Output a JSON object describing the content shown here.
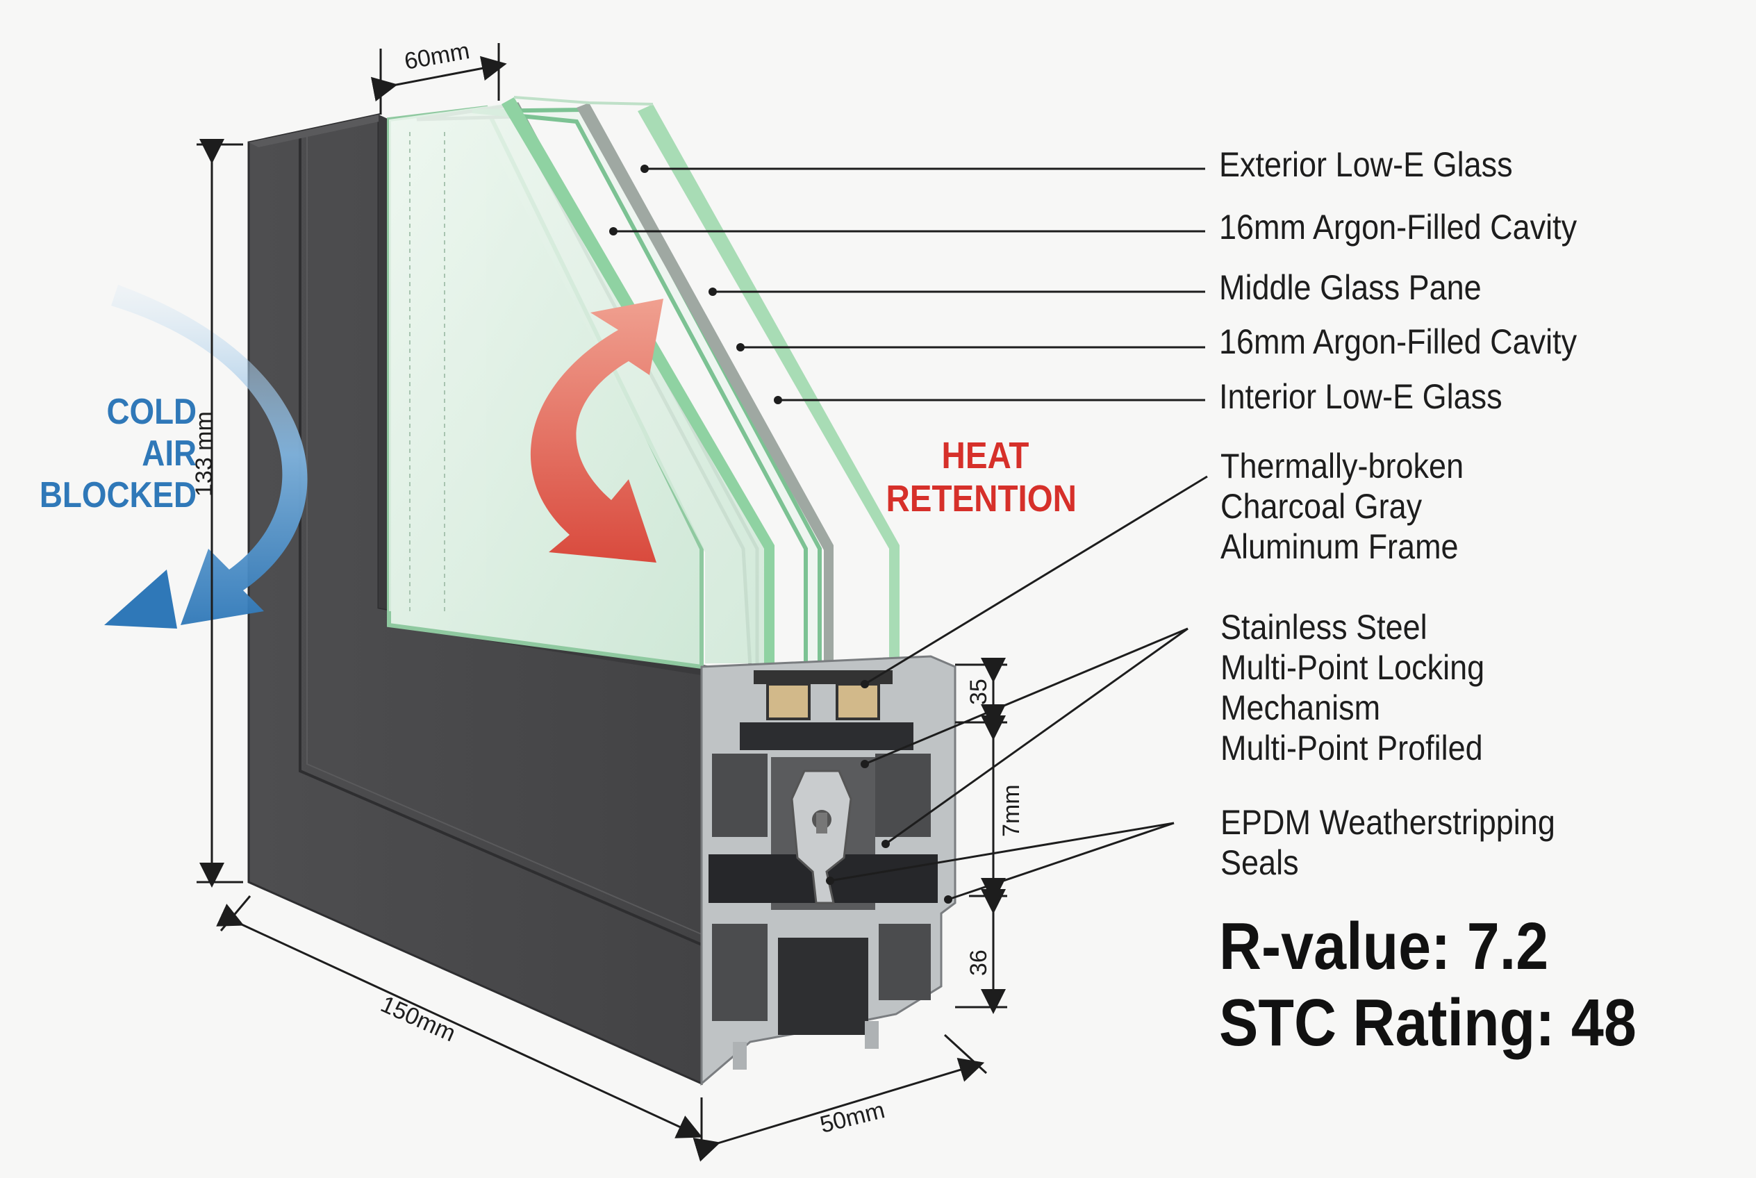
{
  "dimensions": {
    "top_width": "60mm",
    "height": "133 mm",
    "depth": "150mm",
    "profile_width": "50mm",
    "seg_top": "35",
    "seg_mid": "7mm",
    "seg_bottom": "36"
  },
  "callouts": {
    "cold_air": [
      "COLD",
      "AIR",
      "BLOCKED"
    ],
    "heat": [
      "HEAT",
      "RETENTION"
    ]
  },
  "labels": {
    "exterior_glass": "Exterior Low-E Glass",
    "cavity_1": "16mm Argon-Filled Cavity",
    "middle_glass": "Middle Glass Pane",
    "cavity_2": "16mm Argon-Filled Cavity",
    "interior_glass": "Interior Low-E Glass",
    "frame": [
      "Thermally-broken",
      "Charcoal Gray",
      "Aluminum Frame"
    ],
    "locking": [
      "Stainless Steel",
      "Multi-Point Locking",
      "Mechanism",
      "Multi-Point Profiled"
    ],
    "seals": [
      "EPDM Weatherstripping",
      "Seals"
    ]
  },
  "ratings": {
    "r_value": "R-value: 7.2",
    "stc": "STC Rating: 48"
  },
  "colors": {
    "frame": "#4a4a4c",
    "glass": "#d8ecdf",
    "glass_edge": "#7cc293",
    "cold_arrow": "#2f78b8",
    "heat_arrow": "#d94a3d"
  }
}
